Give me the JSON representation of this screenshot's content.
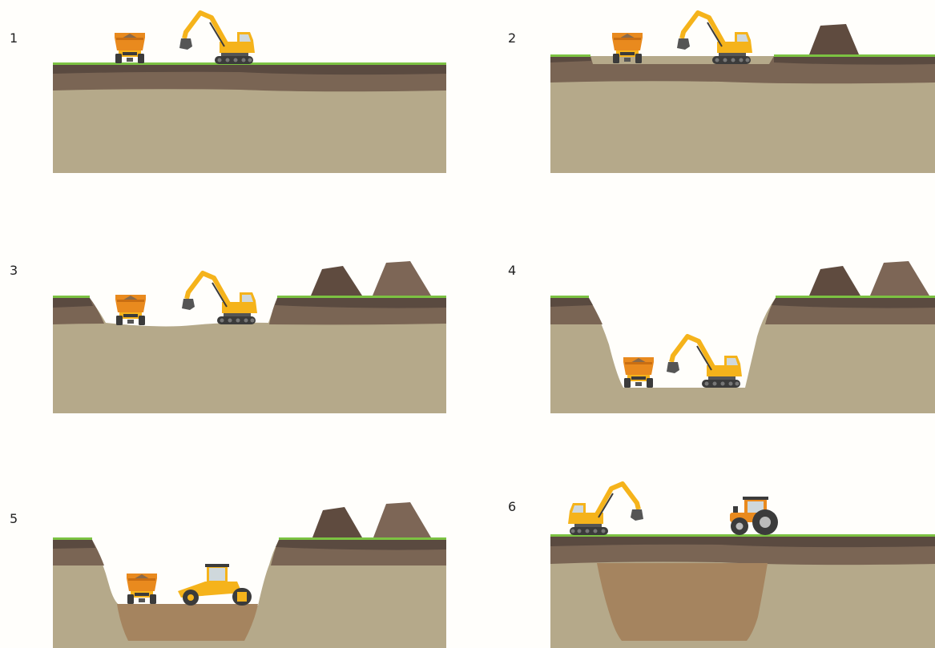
{
  "diagram": {
    "panels": [
      {
        "label": "1"
      },
      {
        "label": "2"
      },
      {
        "label": "3"
      },
      {
        "label": "4"
      },
      {
        "label": "5"
      },
      {
        "label": "6"
      }
    ],
    "colors": {
      "background": "#fffefb",
      "grass": "#7cc242",
      "topsoil_dark": "#5a4a40",
      "topsoil": "#7a6554",
      "subsoil": "#b5a98a",
      "spoil_dark": "#5f4b3f",
      "spoil_light": "#7d6656",
      "fill": "#a5845f",
      "machine_yellow": "#f5b31b",
      "machine_orange": "#e98a1e",
      "dark": "#3b3b3b"
    },
    "icons": [
      "dump-truck-icon",
      "excavator-icon",
      "roller-compactor-icon",
      "tractor-icon"
    ]
  }
}
